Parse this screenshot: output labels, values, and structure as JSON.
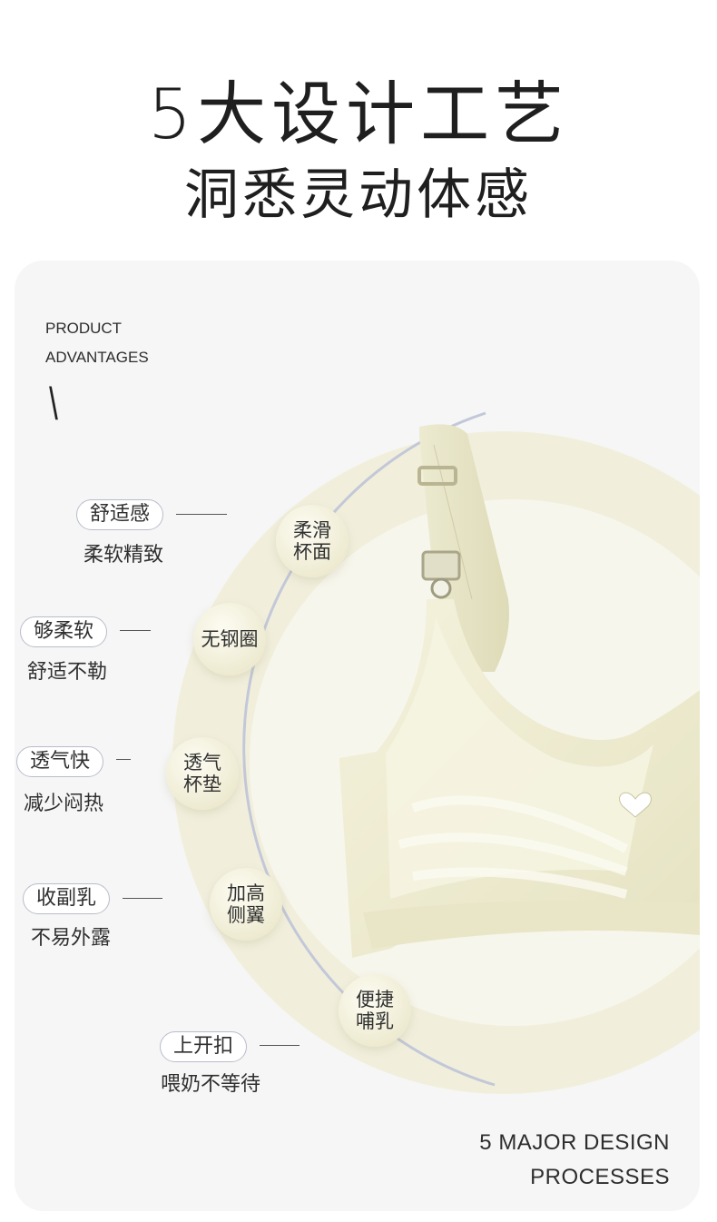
{
  "headline": {
    "line1": "5大设计工艺",
    "line2": "洞悉灵动体感"
  },
  "panel": {
    "advantages": {
      "line1": "PRODUCT",
      "line2": "ADVANTAGES",
      "slash": "\\"
    },
    "processes": {
      "line1": "5 MAJOR DESIGN",
      "line2": "PROCESSES"
    }
  },
  "features": [
    {
      "tag": "舒适感",
      "desc": "柔软精致"
    },
    {
      "tag": "够柔软",
      "desc": "舒适不勒"
    },
    {
      "tag": "透气快",
      "desc": "减少闷热"
    },
    {
      "tag": "收副乳",
      "desc": "不易外露"
    },
    {
      "tag": "上开扣",
      "desc": "喂奶不等待"
    }
  ],
  "bubbles": [
    {
      "line1": "柔滑",
      "line2": "杯面"
    },
    {
      "line1": "无钢圈",
      "line2": ""
    },
    {
      "line1": "透气",
      "line2": "杯垫"
    },
    {
      "line1": "加高",
      "line2": "侧翼"
    },
    {
      "line1": "便捷",
      "line2": "哺乳"
    }
  ],
  "colors": {
    "product": "#efedd2",
    "halo": "#f1efdc",
    "arc": "#c3c8d8",
    "panel": "#f6f6f6"
  }
}
